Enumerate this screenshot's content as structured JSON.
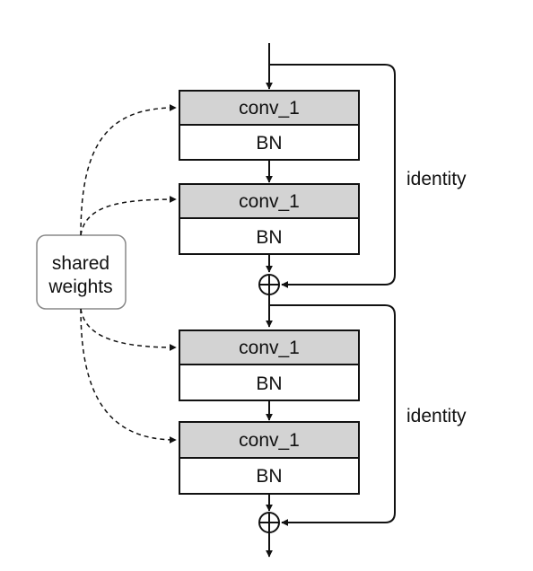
{
  "blocks": [
    {
      "conv_label": "conv_1",
      "bn_label": "BN"
    },
    {
      "conv_label": "conv_1",
      "bn_label": "BN"
    },
    {
      "conv_label": "conv_1",
      "bn_label": "BN"
    },
    {
      "conv_label": "conv_1",
      "bn_label": "BN"
    }
  ],
  "shortcuts": [
    {
      "label": "identity"
    },
    {
      "label": "identity"
    }
  ],
  "shared_weights_label": {
    "line1": "shared",
    "line2": "weights"
  },
  "colors": {
    "conv_fill": "#d3d3d3",
    "bn_fill": "#ffffff",
    "stroke": "#111111",
    "shared_box_stroke": "#888888"
  },
  "icons": {
    "sum": "circled-plus-icon"
  }
}
